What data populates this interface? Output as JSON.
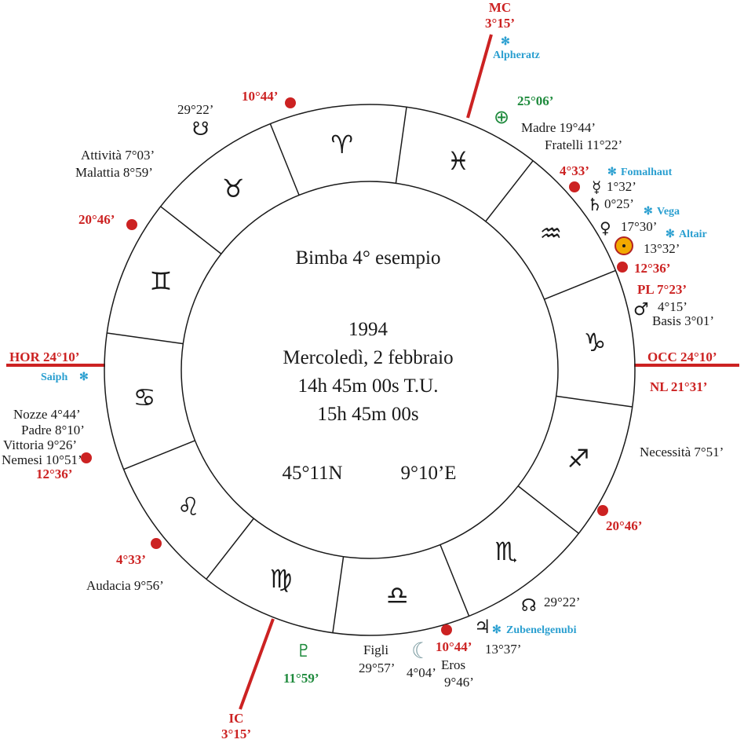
{
  "title": "Bimba 4° esempio",
  "info": {
    "year": "1994",
    "date": "Mercoledì, 2 febbraio",
    "time_ut": "14h 45m 00s T.U.",
    "time_local": "15h 45m 00s",
    "lat": "45°11N",
    "lon": "9°10’E"
  },
  "axes": {
    "mc": "MC",
    "mc_deg": "3°15’",
    "ic": "IC",
    "ic_deg": "3°15’",
    "hor": "HOR 24°10’",
    "occ": "OCC 24°10’"
  },
  "house_degrees": {
    "h11": "10°44’",
    "h12": "20°46’",
    "h2": "12°36’",
    "h3": "4°33’",
    "h5": "10°44’",
    "h6": "20°46’",
    "h8": "12°36’",
    "h9": "4°33’"
  },
  "stars": {
    "alpheratz": "Alpheratz",
    "fomalhaut": "Fomalhaut",
    "vega": "Vega",
    "altair": "Altair",
    "saiph": "Saiph",
    "zubenelgenubi": "Zubenelgenubi"
  },
  "parts": {
    "madre": "Madre 19°44’",
    "fratelli": "Fratelli 11°22’",
    "attivita": "Attività 7°03’",
    "malattia": "Malattia 8°59’",
    "nozze": "Nozze 4°44’",
    "padre": "Padre 8°10’",
    "vittoria": "Vittoria  9°26’",
    "nemesi": "Nemesi 10°51’",
    "audacia": "Audacia 9°56’",
    "necessita": "Necessità 7°51’",
    "basis": "Basis 3°01’",
    "figli": "Figli",
    "figli_deg": "29°57’",
    "eros": "Eros",
    "eros_deg": "9°46’"
  },
  "planets": {
    "fortuna_deg": "25°06’",
    "mercury_deg": "1°32’",
    "saturn_deg": "0°25’",
    "venus_deg": "17°30’",
    "sun_deg": "13°32’",
    "pl": "PL 7°23’",
    "mars_deg": "4°15’",
    "nl": "NL 21°31’",
    "south_node_deg": "29°22’",
    "north_node_deg": "29°22’",
    "jupiter_deg": "13°37’",
    "moon_deg": "4°04’",
    "pluto_deg": "11°59’"
  },
  "signs": {
    "aries": "♈",
    "taurus": "♉",
    "gemini": "♊",
    "cancer": "♋",
    "leo": "♌",
    "virgo": "♍",
    "libra": "♎",
    "scorpio": "♏",
    "sagittarius": "♐",
    "capricorn": "♑",
    "aquarius": "♒",
    "pisces": "♓"
  },
  "glyphs": {
    "star": "✻",
    "mercury": "☿",
    "saturn": "♄",
    "venus": "♀",
    "mars": "♂",
    "jupiter": "♃",
    "moon": "☾",
    "pluto": "♇",
    "north_node": "☊",
    "south_node": "☋",
    "fortuna": "⊕"
  },
  "colors": {
    "red": "#cc2222",
    "green": "#1e8a3c",
    "blue": "#2a9fd0",
    "sun": "#f2a900",
    "line": "#1a1a1a"
  }
}
